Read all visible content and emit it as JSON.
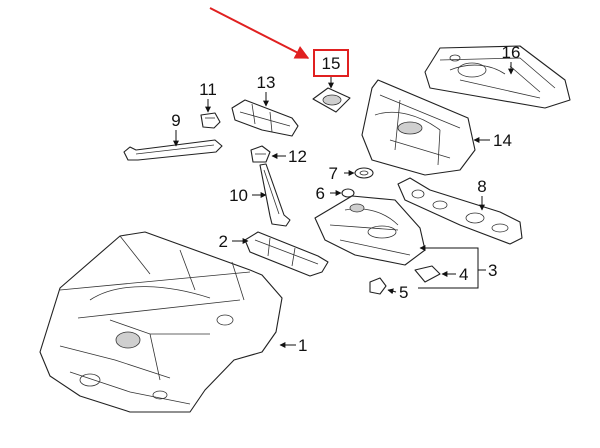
{
  "labels": {
    "l1": "1",
    "l2": "2",
    "l3": "3",
    "l4": "4",
    "l5": "5",
    "l6": "6",
    "l7": "7",
    "l8": "8",
    "l9": "9",
    "l10": "10",
    "l11": "11",
    "l12": "12",
    "l13": "13",
    "l14": "14",
    "l15": "15",
    "l16": "16"
  },
  "colors": {
    "highlight": "#e02020",
    "line": "#222222"
  },
  "highlighted_part": "15"
}
